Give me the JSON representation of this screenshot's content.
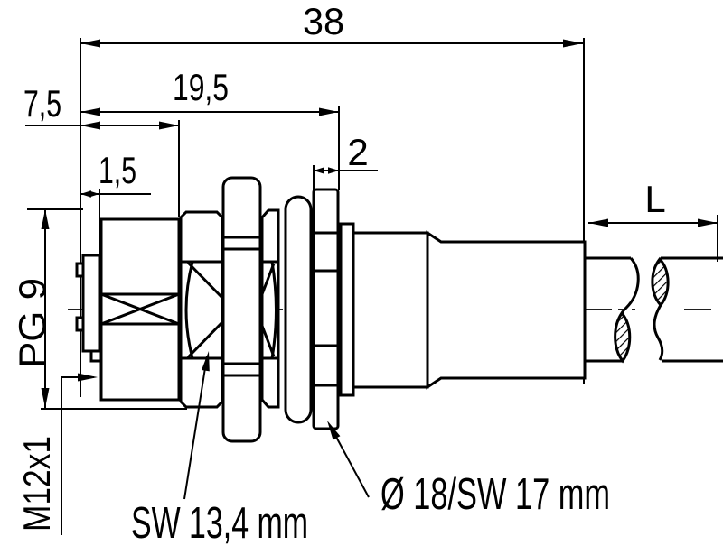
{
  "diagram": {
    "background": "#ffffff",
    "line_color": "#000000",
    "labels": {
      "d38": "38",
      "d19_5": "19,5",
      "d7_5": "7,5",
      "d1_5": "1,5",
      "d2": "2",
      "dL": "L",
      "pg9": "PG 9",
      "m12x1": "M12x1",
      "sw13_4": "SW 13,4 mm",
      "dia18": "Ø 18/SW 17 mm"
    }
  }
}
